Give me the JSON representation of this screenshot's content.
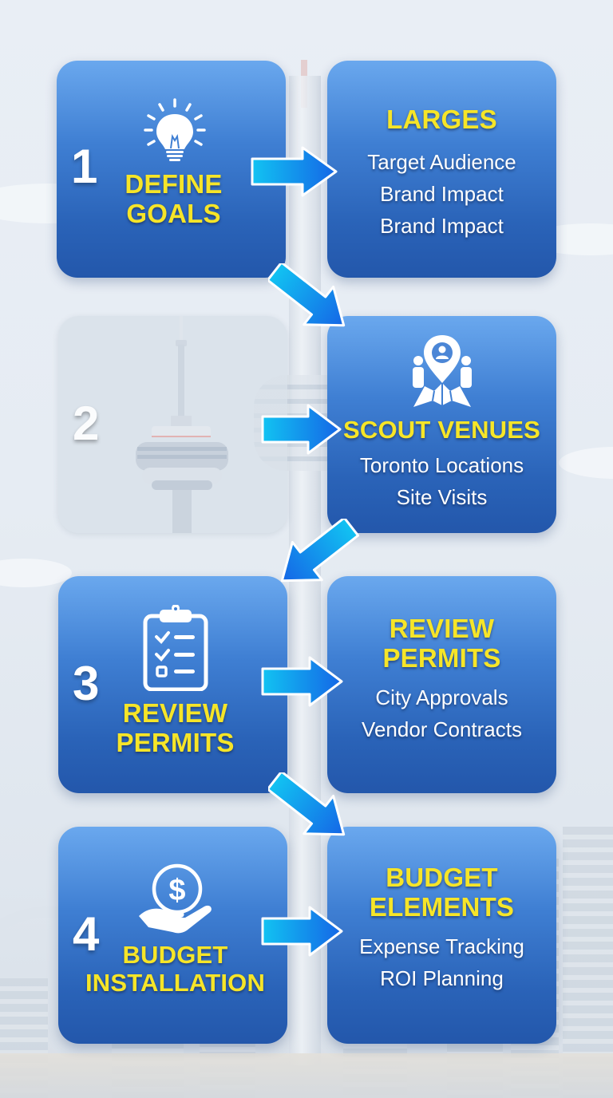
{
  "colors": {
    "card_top": "#6aa8ee",
    "card_bottom": "#2357ab",
    "title_yellow": "#f6e528",
    "arrow_light": "#12c3f2",
    "arrow_dark": "#1466e6",
    "background": "#e9eef5"
  },
  "steps": [
    {
      "number": "1",
      "icon": "lightbulb-icon",
      "title_lines": [
        "DEFINE",
        "GOALS"
      ]
    },
    {
      "number": "2",
      "icon": "cn-tower-image",
      "title_lines": []
    },
    {
      "number": "3",
      "icon": "clipboard-checklist-icon",
      "title_lines": [
        "REVIEW",
        "PERMITS"
      ]
    },
    {
      "number": "4",
      "icon": "money-hand-icon",
      "title_lines": [
        "BUDGET",
        "INSTALLATION"
      ]
    }
  ],
  "details": [
    {
      "title_lines": [
        "LARGES"
      ],
      "items": [
        "Target Audience",
        "Brand Impact",
        "Brand Impact"
      ]
    },
    {
      "icon": "map-location-people-icon",
      "title_lines": [
        "SCOUT VENUES"
      ],
      "items": [
        "Toronto Locations",
        "Site Visits"
      ]
    },
    {
      "title_lines": [
        "REVIEW",
        "PERMITS"
      ],
      "items": [
        "City Approvals",
        "Vendor Contracts"
      ]
    },
    {
      "title_lines": [
        "BUDGET",
        "ELEMENTS"
      ],
      "items": [
        "Expense Tracking",
        "ROI Planning"
      ]
    }
  ],
  "arrows": [
    {
      "id": "arrow-1-right",
      "direction": "right"
    },
    {
      "id": "arrow-1-down-right",
      "direction": "down-right"
    },
    {
      "id": "arrow-2-right",
      "direction": "right"
    },
    {
      "id": "arrow-2-down-left",
      "direction": "down-left"
    },
    {
      "id": "arrow-3-right",
      "direction": "right"
    },
    {
      "id": "arrow-3-down-right",
      "direction": "down-right"
    },
    {
      "id": "arrow-4-right",
      "direction": "right"
    }
  ]
}
